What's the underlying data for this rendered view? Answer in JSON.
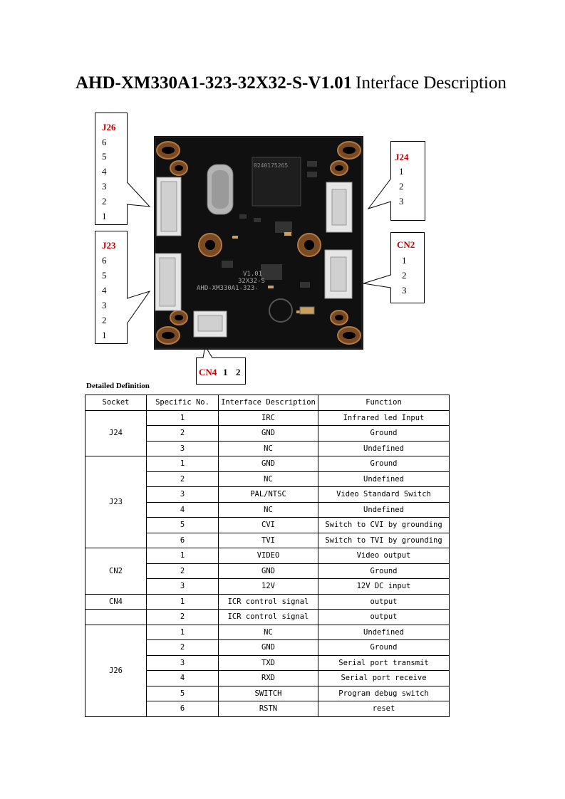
{
  "title": {
    "model": "AHD-XM330A1-323-32X32-S-V1.01",
    "description": "Interface Description"
  },
  "callouts": {
    "j26": {
      "name": "J26",
      "pins": [
        "6",
        "5",
        "4",
        "3",
        "2",
        "1"
      ]
    },
    "j23": {
      "name": "J23",
      "pins": [
        "6",
        "5",
        "4",
        "3",
        "2",
        "1"
      ]
    },
    "j24": {
      "name": "J24",
      "pins": [
        "1",
        "2",
        "3"
      ]
    },
    "cn2": {
      "name": "CN2",
      "pins": [
        "1",
        "2",
        "3"
      ]
    },
    "cn4": {
      "name": "CN4",
      "pins": [
        "1",
        "2"
      ]
    }
  },
  "board": {
    "silkscreen": [
      "V1.01",
      "32X32-S",
      "AHD-XM330A1-323-"
    ],
    "chip_marking": "0240175265"
  },
  "colors": {
    "accent": "#c00000",
    "pcb": "#111111",
    "pad": "#8a5a2b",
    "connector": "#e8e8e8"
  },
  "section_title": "Detailed Definition",
  "table": {
    "headers": [
      "Socket",
      "Specific No.",
      "Interface Description",
      "Function"
    ],
    "groups": [
      {
        "socket": "J24",
        "rows": [
          {
            "no": "1",
            "desc": "IRC",
            "func": "Infrared led Input"
          },
          {
            "no": "2",
            "desc": "GND",
            "func": "Ground"
          },
          {
            "no": "3",
            "desc": "NC",
            "func": "Undefined"
          }
        ]
      },
      {
        "socket": "J23",
        "rows": [
          {
            "no": "1",
            "desc": "GND",
            "func": "Ground"
          },
          {
            "no": "2",
            "desc": "NC",
            "func": "Undefined"
          },
          {
            "no": "3",
            "desc": "PAL/NTSC",
            "func": "Video Standard Switch"
          },
          {
            "no": "4",
            "desc": "NC",
            "func": "Undefined"
          },
          {
            "no": "5",
            "desc": "CVI",
            "func": "Switch to CVI by grounding"
          },
          {
            "no": "6",
            "desc": "TVI",
            "func": "Switch to TVI by grounding"
          }
        ]
      },
      {
        "socket": "CN2",
        "rows": [
          {
            "no": "1",
            "desc": "VIDEO",
            "func": "Video output"
          },
          {
            "no": "2",
            "desc": "GND",
            "func": "Ground"
          },
          {
            "no": "3",
            "desc": "12V",
            "func": "12V DC input"
          }
        ]
      },
      {
        "socket": "CN4",
        "rows": [
          {
            "no": "1",
            "desc": "ICR control signal",
            "func": "output"
          },
          {
            "no": "2",
            "desc": "ICR control signal",
            "func": "output"
          }
        ]
      },
      {
        "socket": "J26",
        "rows": [
          {
            "no": "1",
            "desc": "NC",
            "func": "Undefined"
          },
          {
            "no": "2",
            "desc": "GND",
            "func": "Ground"
          },
          {
            "no": "3",
            "desc": "TXD",
            "func": "Serial port transmit"
          },
          {
            "no": "4",
            "desc": "RXD",
            "func": "Serial port receive"
          },
          {
            "no": "5",
            "desc": "SWITCH",
            "func": "Program debug switch"
          },
          {
            "no": "6",
            "desc": "RSTN",
            "func": "reset"
          }
        ]
      }
    ]
  }
}
